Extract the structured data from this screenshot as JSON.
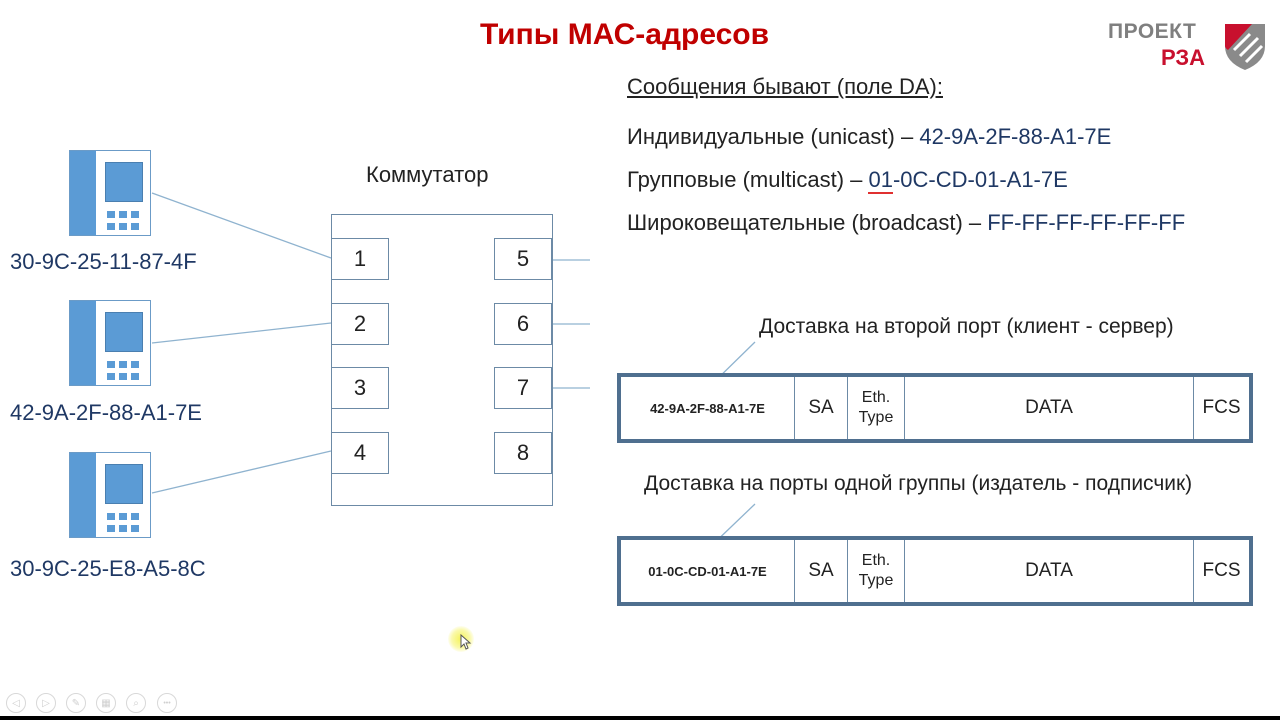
{
  "slide": {
    "title": "Типы МАС-адресов",
    "logo": {
      "line1": "ПРОЕКТ",
      "line2": "РЗА",
      "colors": {
        "gray": "#7f7f7f",
        "red": "#c8102e"
      }
    },
    "heading": "Сообщения бывают (поле DA):",
    "types": [
      {
        "label": "Индивидуальные (unicast) – ",
        "mac": "42-9A-2F-88-A1-7E"
      },
      {
        "label": "Групповые (multicast) – ",
        "mac_prefix": "01",
        "mac_rest": "-0C-CD-01-A1-7E"
      },
      {
        "label": "Широковещательные (broadcast) – ",
        "mac": "FF-FF-FF-FF-FF-FF"
      }
    ],
    "devices": [
      {
        "mac": "30-9C-25-11-87-4F"
      },
      {
        "mac": "42-9A-2F-88-A1-7E"
      },
      {
        "mac": "30-9C-25-E8-A5-8C"
      }
    ],
    "switch": {
      "label": "Коммутатор",
      "ports": [
        "1",
        "2",
        "3",
        "4",
        "5",
        "6",
        "7",
        "8"
      ]
    },
    "frames": [
      {
        "caption": "Доставка на второй порт (клиент - сервер)",
        "fields": {
          "da": "42-9A-2F-88-A1-7E",
          "sa": "SA",
          "eth1": "Eth.",
          "eth2": "Type",
          "data": "DATA",
          "fcs": "FCS"
        }
      },
      {
        "caption": "Доставка на порты одной группы (издатель - подписчик)",
        "fields": {
          "da": "01-0C-CD-01-A1-7E",
          "sa": "SA",
          "eth1": "Eth.",
          "eth2": "Type",
          "data": "DATA",
          "fcs": "FCS"
        }
      }
    ],
    "colors": {
      "title": "#c00000",
      "mac": "#1f3864",
      "icon": "#5b9bd5",
      "frame_border": "#4f6f8f"
    }
  },
  "controls": {
    "prev": "◁",
    "next": "▷",
    "pen": "✎",
    "slides": "▦",
    "zoom": "⌕",
    "more": "•••"
  }
}
